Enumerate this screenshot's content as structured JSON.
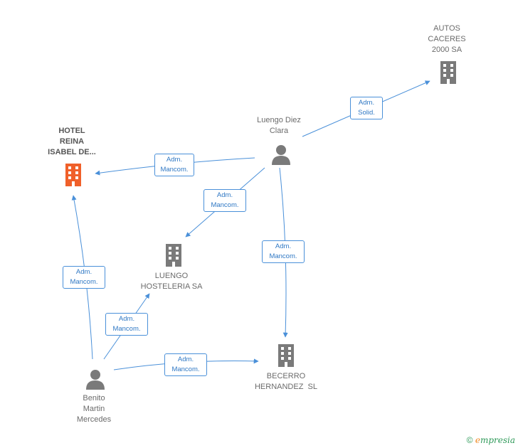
{
  "nodes": {
    "autos": {
      "lines": [
        "AUTOS",
        "CACERES",
        "2000 SA"
      ]
    },
    "luengo_diez": {
      "lines": [
        "Luengo Diez",
        "Clara"
      ]
    },
    "hotel": {
      "lines": [
        "HOTEL",
        "REINA",
        "ISABEL DE..."
      ]
    },
    "luengo_hosteleria": {
      "lines": [
        "LUENGO",
        "HOSTELERIA SA"
      ]
    },
    "becerro": {
      "lines": [
        "BECERRO",
        "HERNANDEZ  SL"
      ]
    },
    "benito": {
      "lines": [
        "Benito",
        "Martin",
        "Mercedes"
      ]
    }
  },
  "edges": [
    {
      "from": "luengo_diez",
      "to": "autos",
      "label": [
        "Adm.",
        "Solid."
      ]
    },
    {
      "from": "luengo_diez",
      "to": "hotel",
      "label": [
        "Adm.",
        "Mancom."
      ]
    },
    {
      "from": "luengo_diez",
      "to": "luengo_hosteleria",
      "label": [
        "Adm.",
        "Mancom."
      ]
    },
    {
      "from": "luengo_diez",
      "to": "becerro",
      "label": [
        "Adm.",
        "Mancom."
      ]
    },
    {
      "from": "benito",
      "to": "hotel",
      "label": [
        "Adm.",
        "Mancom."
      ]
    },
    {
      "from": "benito",
      "to": "luengo_hosteleria",
      "label": [
        "Adm.",
        "Mancom."
      ]
    },
    {
      "from": "benito",
      "to": "becerro",
      "label": [
        "Adm.",
        "Mancom."
      ]
    }
  ],
  "footer": {
    "copyright": "©",
    "brand_e": "e",
    "brand_rest": "mpresia"
  },
  "colors": {
    "edge": "#4a90d9",
    "building": "#7a7a7a",
    "building_main": "#f0602a",
    "person": "#7a7a7a"
  }
}
